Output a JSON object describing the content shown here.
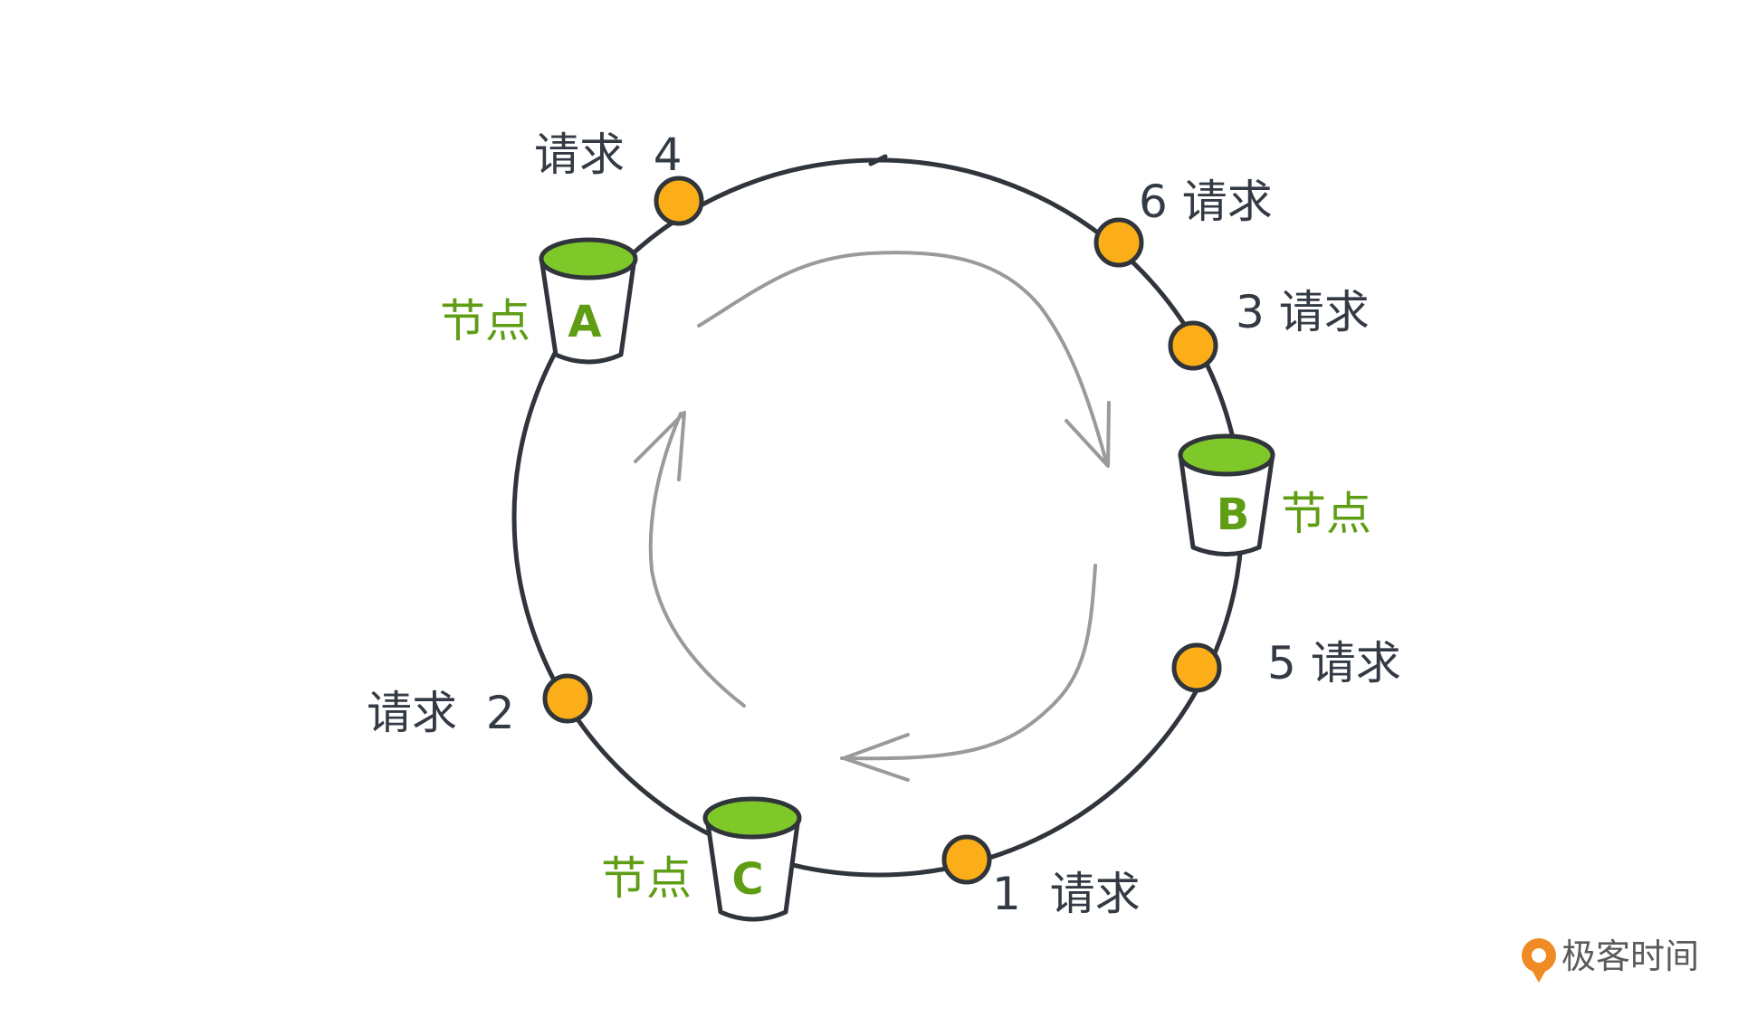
{
  "colors": {
    "ring": "#30343b",
    "request_dot": "#fbae17",
    "bucket_top": "#7ec82a",
    "node_text": "#5e9d14",
    "label_text": "#333a44",
    "flow_arrows": "#9a9a9a",
    "brand_orange": "#f08a24"
  },
  "nodes": [
    {
      "id": "A",
      "prefix": "节点",
      "letter": "A"
    },
    {
      "id": "B",
      "prefix": "节点",
      "letter": "B"
    },
    {
      "id": "C",
      "prefix": "节点",
      "letter": "C"
    }
  ],
  "requests": [
    {
      "id": "1",
      "label": "1  请求"
    },
    {
      "id": "2",
      "label": "请求  2"
    },
    {
      "id": "3",
      "label": "3 请求"
    },
    {
      "id": "4",
      "label": "请求  4"
    },
    {
      "id": "5",
      "label": "5 请求"
    },
    {
      "id": "6",
      "label": "6 请求"
    }
  ],
  "brand": {
    "name": "极客时间",
    "icon": "geektime-logo-icon"
  }
}
